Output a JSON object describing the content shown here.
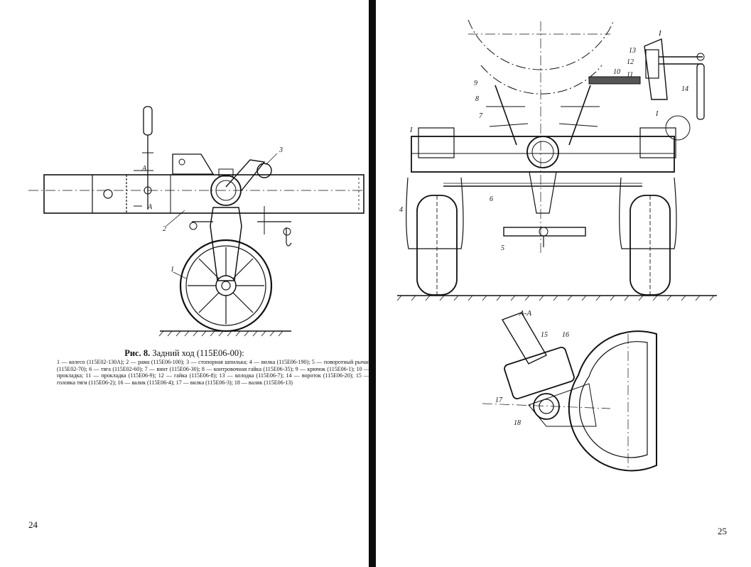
{
  "left_page": {
    "figure": {
      "number": "Рис. 8.",
      "title": "Задний ход (115Е06-00):",
      "legend": "1 — колесо (115Е02-130А); 2 — рама (115Е06-100); 3 — стопорная шпилька; 4 — вилка (115Е06-190); 5 — поворотный рычаг (115Е02-70); 6 — тяга (115Е02-60); 7 — винт (115Е06-30); 8 — контровочная гайка (115Е06-35); 9 — крючок (115Е06-1); 10 — прокладка; 11 — прокладка (115Е06-9); 12 — гайка (115Е06-8); 13 — колодка (115Е06-7); 14 — вороток (115Е06-20); 15 — головка тяги (115Е06-2); 16 — валик (115Е06-4); 17 — вилка (115Е06-3); 18 — валик (115Е06-13)",
      "callouts": {
        "c1": "1",
        "c2": "2",
        "c3": "3",
        "secA1": "A",
        "secA2": "A"
      }
    },
    "page_number": "24"
  },
  "right_page": {
    "figure": {
      "section_label": "А-А",
      "detail_label": "I",
      "callouts": {
        "c4": "4",
        "c5": "5",
        "c6": "6",
        "c7": "7",
        "c8": "8",
        "c9": "9",
        "c10": "10",
        "c11": "11",
        "c12": "12",
        "c13": "13",
        "c14": "14",
        "c15": "15",
        "c16": "16",
        "c17": "17",
        "c18": "18",
        "dI": "I",
        "dI2": "I"
      }
    },
    "page_number": "25"
  }
}
